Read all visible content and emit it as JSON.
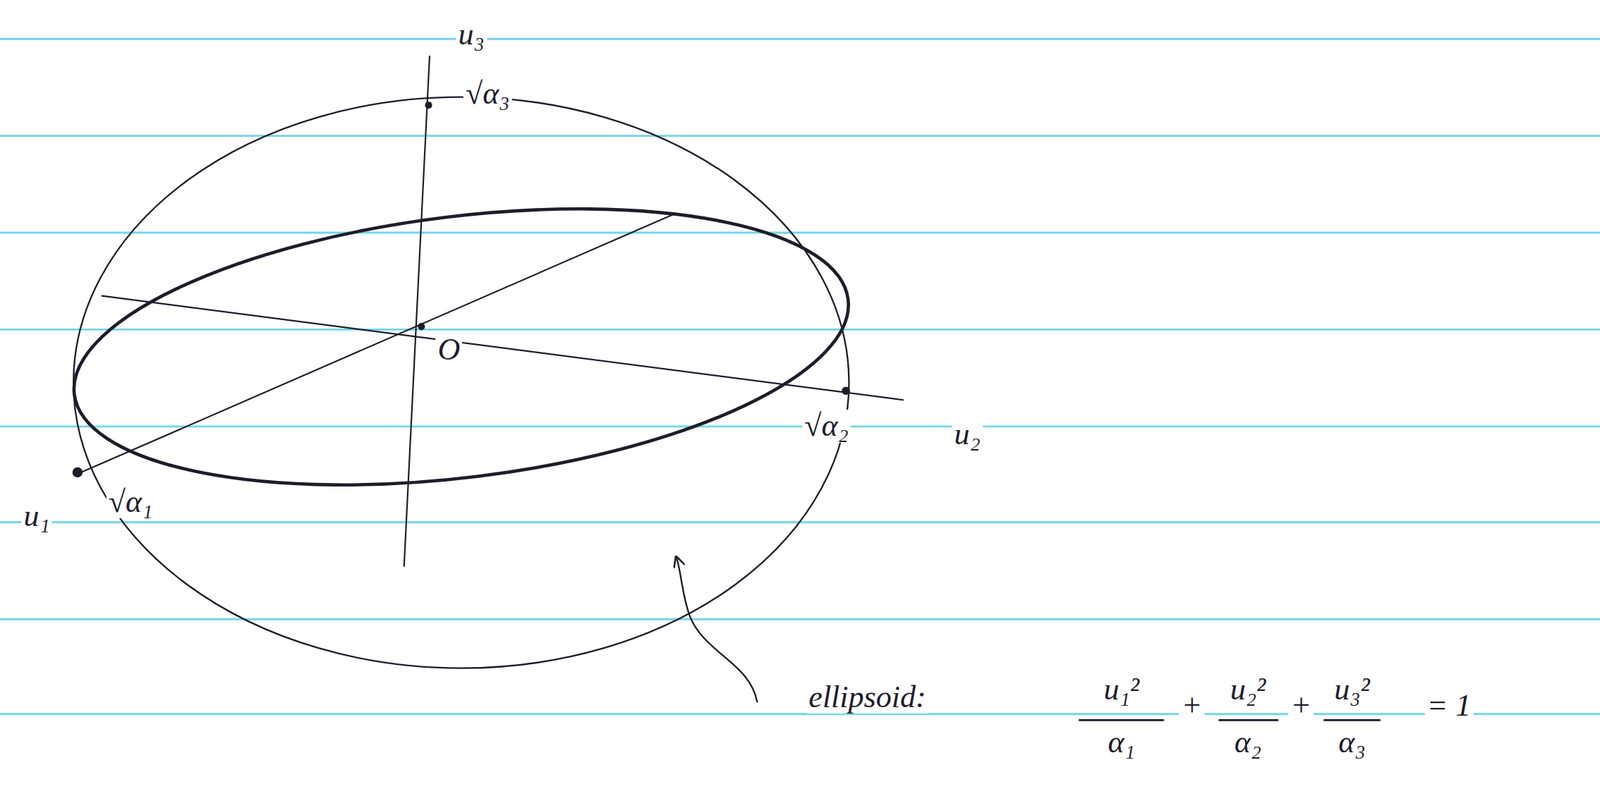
{
  "diagram": {
    "labels": [
      "u₃",
      "√α₃",
      "O",
      "√α₂",
      "u₂",
      "u₁",
      "√α₁",
      "ellipsoid:",
      "u₁²",
      "α₁",
      "+",
      "u₂²",
      "α₂",
      "+",
      "u₃²",
      "α₃",
      "= 1"
    ]
  }
}
